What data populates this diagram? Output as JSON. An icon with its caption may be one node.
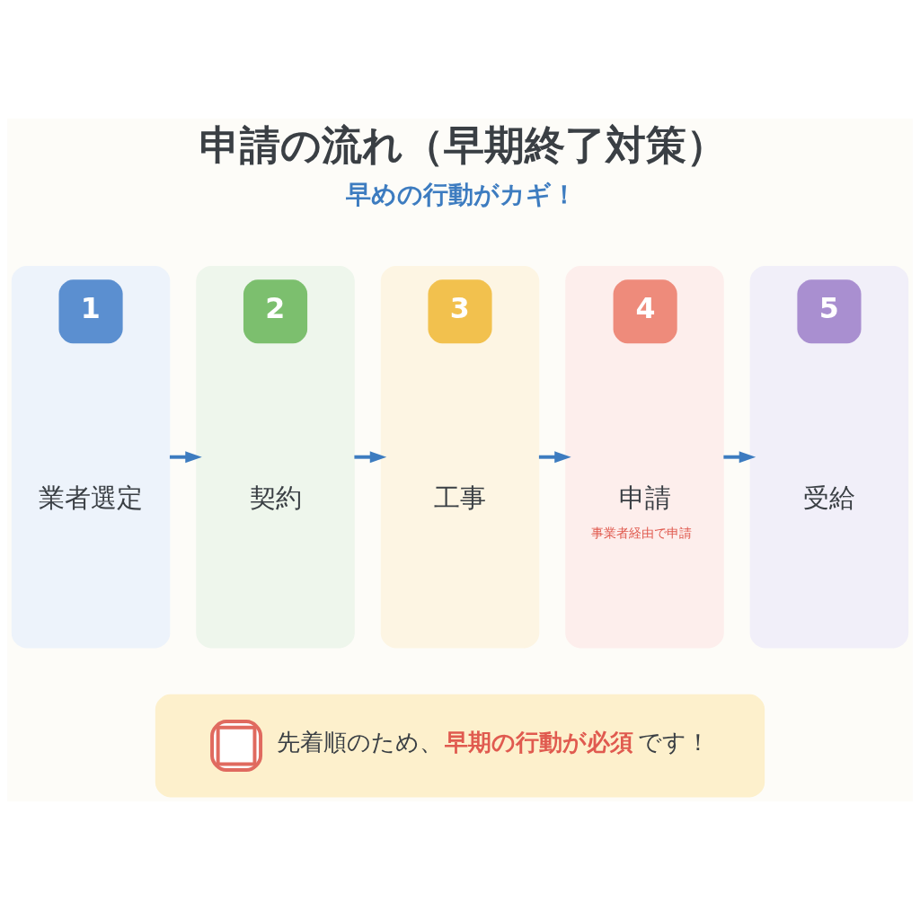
{
  "diagram": {
    "title": "申請の流れ（早期終了対策）",
    "nodes": [
      {
        "text": [
          "1",
          "業者選定"
        ]
      },
      {
        "text": [
          "2",
          "契約"
        ]
      },
      {
        "text": [
          "3",
          "工事"
        ]
      },
      {
        "text": [
          "4",
          "申請",
          "事業者経由で申請"
        ]
      },
      {
        "text": [
          "5",
          "受給"
        ]
      },
      {
        "text": [
          "先着順のため、**早期の行動が必須**です！"
        ]
      }
    ],
    "edges": [
      {
        "from": 0,
        "to": 1,
        "arrow": "to"
      },
      {
        "from": 1,
        "to": 2,
        "arrow": "to"
      },
      {
        "from": 2,
        "to": 3,
        "arrow": "to"
      },
      {
        "from": 3,
        "to": 4,
        "arrow": "to"
      }
    ],
    "labels": [
      "早めの行動がカギ！"
    ]
  }
}
